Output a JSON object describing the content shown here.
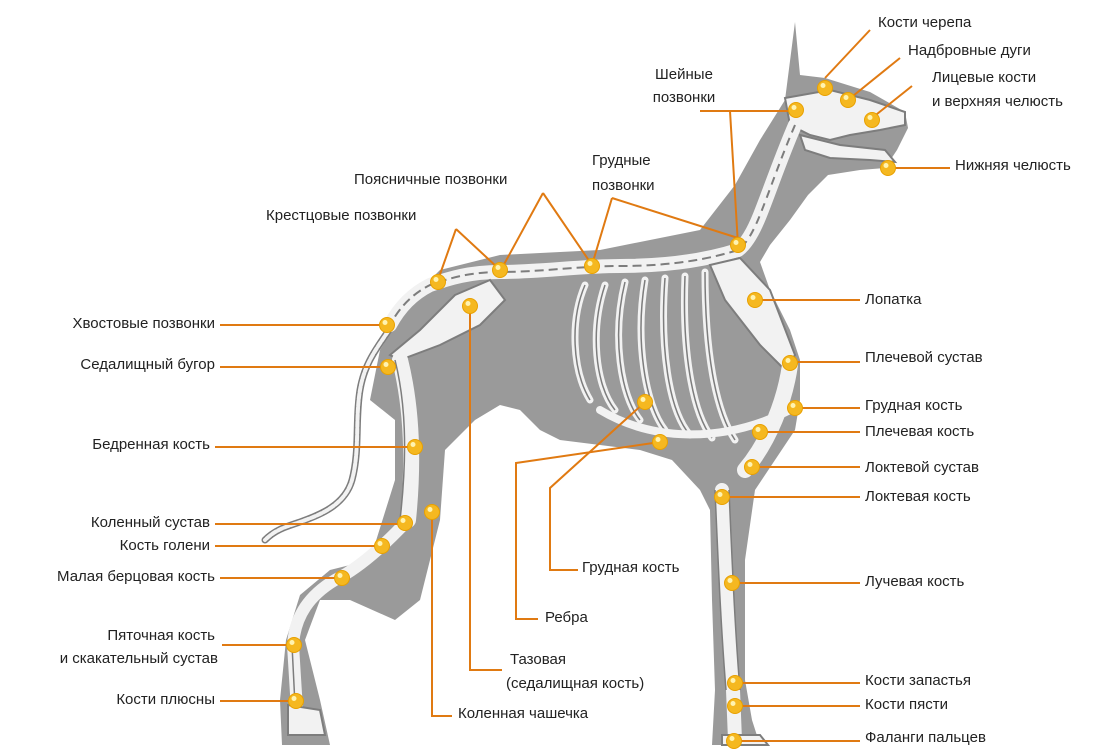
{
  "colors": {
    "silhouette": "#9a9a9a",
    "bone": "#f2f2f2",
    "bone_outline": "#7d7d7d",
    "line": "#e07a12",
    "dot": "#f5b820",
    "dot_highlight": "#fff3b0"
  },
  "labels": {
    "skull": "Кости черепа",
    "brow_ridges": "Надбровные дуги",
    "facial_bones_1": "Лицевые кости",
    "facial_bones_2": "и верхняя челюсть",
    "lower_jaw": "Нижняя челюсть",
    "cervical_1": "Шейные",
    "cervical_2": "позвонки",
    "thoracic_1": "Грудные",
    "thoracic_2": "позвонки",
    "lumbar": "Поясничные позвонки",
    "sacral": "Крестцовые позвонки",
    "tail": "Хвостовые позвонки",
    "ischial_tuber": "Седалищный бугор",
    "femur": "Бедренная кость",
    "knee_joint": "Коленный сустав",
    "tibia": "Кость голени",
    "fibula": "Малая берцовая кость",
    "heel_1": "Пяточная кость",
    "heel_2": "и скакательный сустав",
    "metatarsus": "Кости плюсны",
    "patella": "Коленная чашечка",
    "pelvis_1": "Тазовая",
    "pelvis_2": "(седалищная кость)",
    "ribs": "Ребра",
    "sternum_mid": "Грудная кость",
    "scapula": "Лопатка",
    "shoulder_joint": "Плечевой сустав",
    "sternum": "Грудная кость",
    "humerus": "Плечевая кость",
    "elbow_joint": "Локтевой сустав",
    "ulna": "Локтевая кость",
    "radius": "Лучевая кость",
    "carpus": "Кости запастья",
    "metacarpus": "Кости пясти",
    "phalanges": "Фаланги пальцев"
  }
}
